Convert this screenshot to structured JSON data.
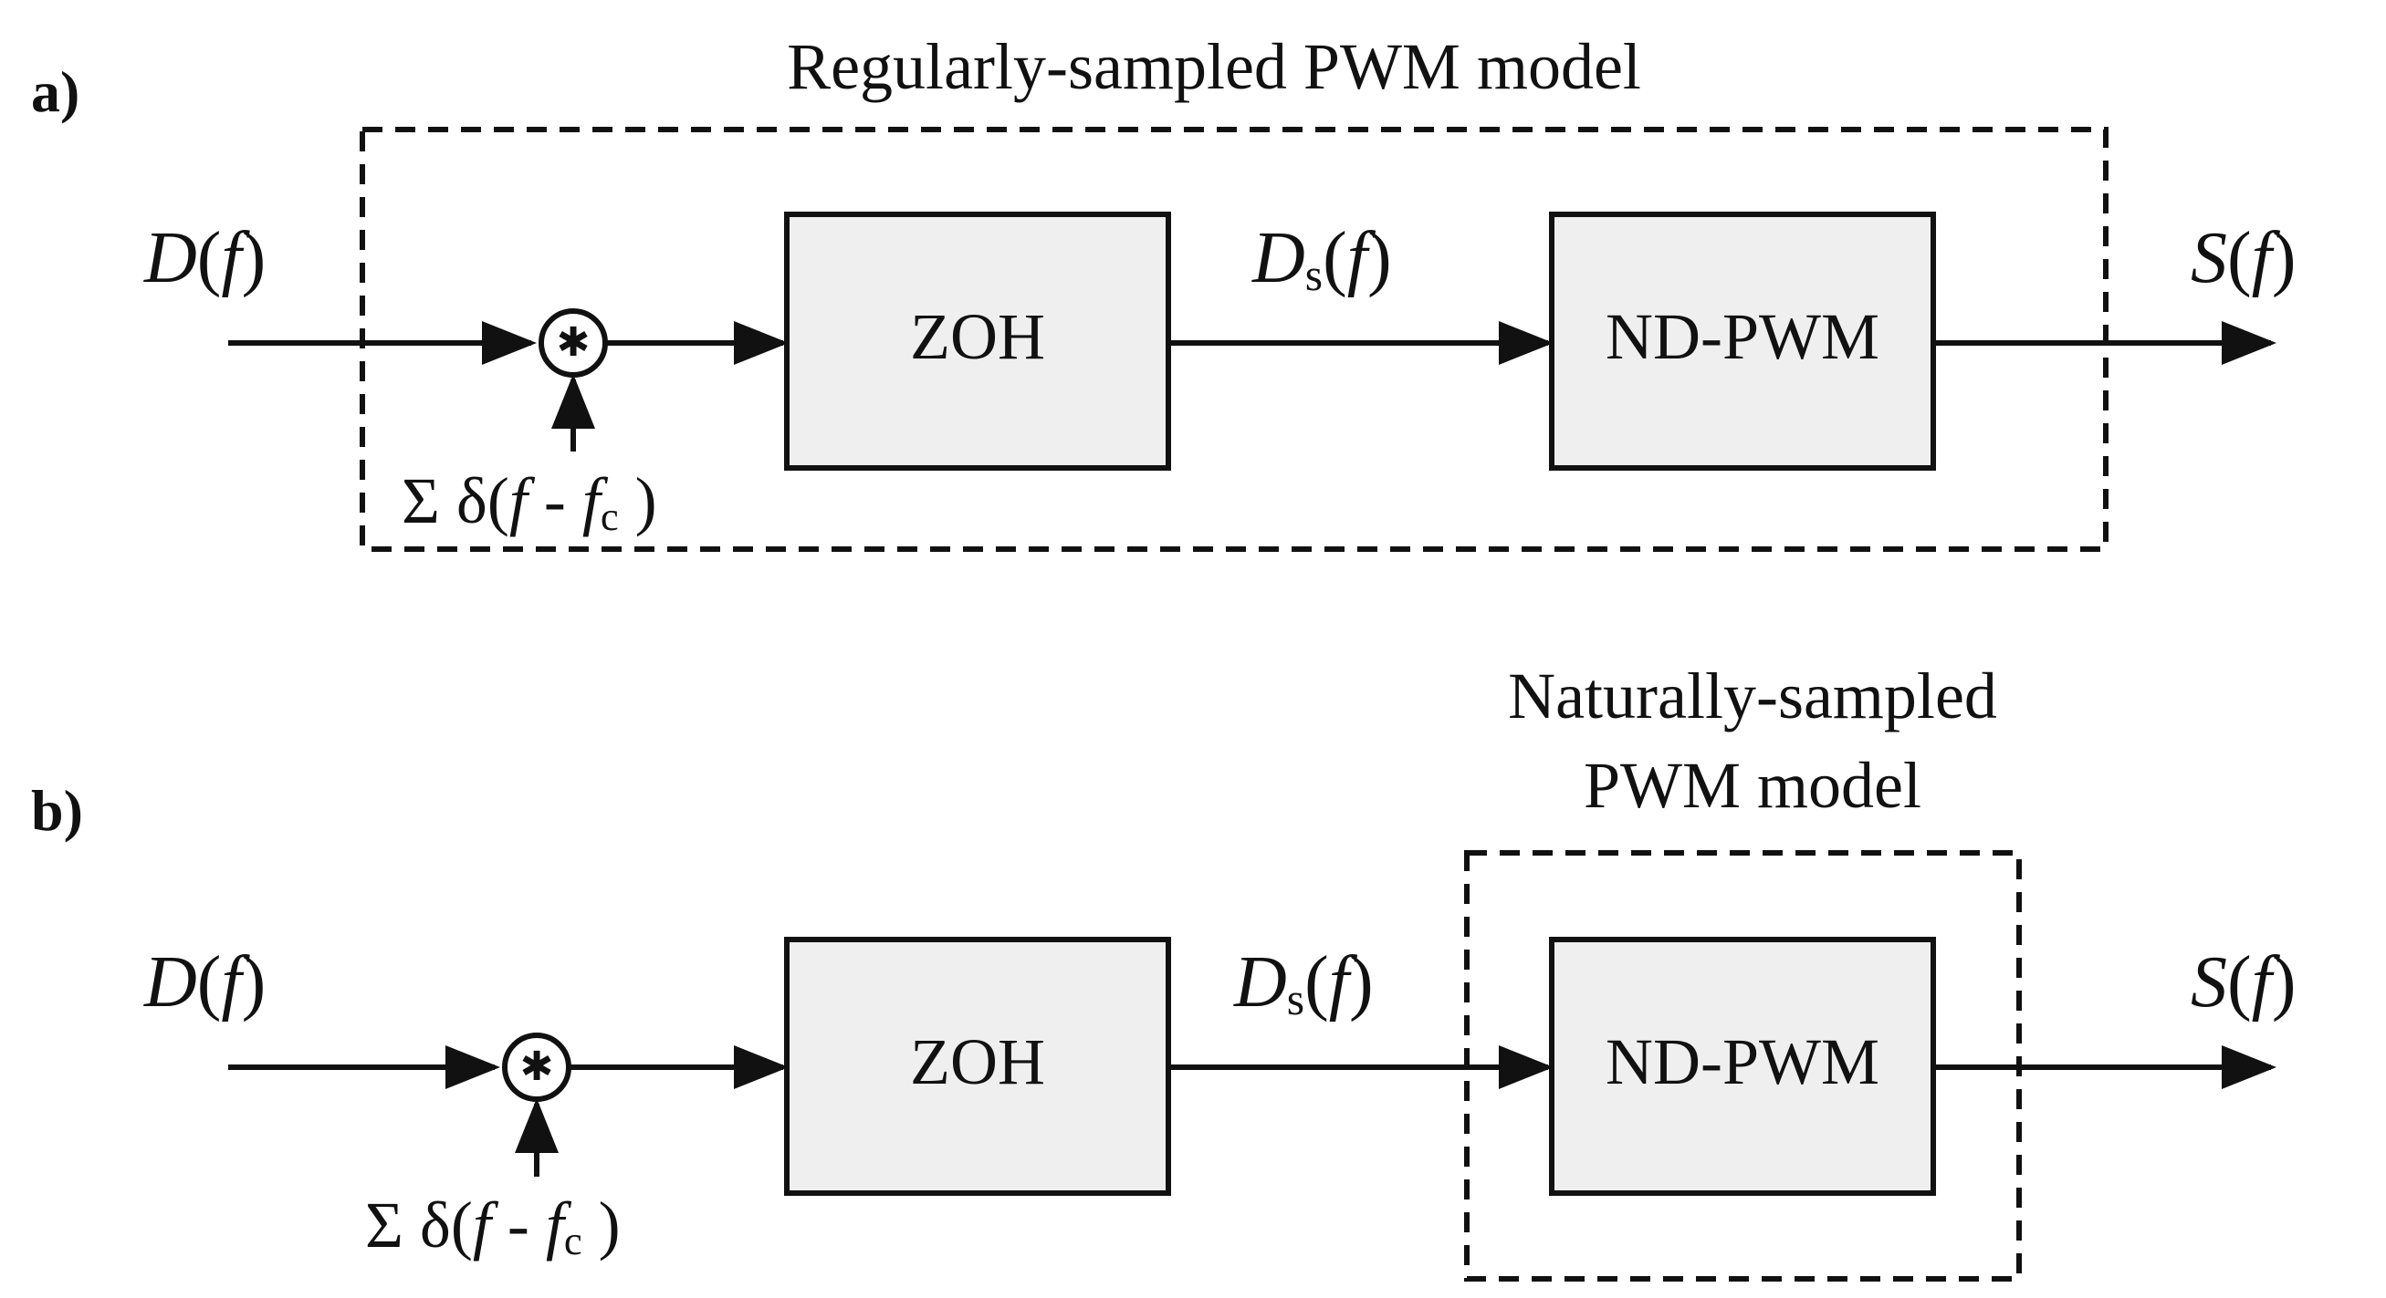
{
  "colors": {
    "block_fill": "#efefef",
    "stroke": "#111111",
    "background": "#ffffff"
  },
  "panels": [
    {
      "letter": "a)",
      "model_title": "Regularly-sampled PWM model",
      "blocks": {
        "zoh": "ZOH",
        "ndpwm": "ND-PWM"
      },
      "input": {
        "sym": "D",
        "open": "(",
        "var": "f",
        "close": ")"
      },
      "mid": {
        "sym": "D",
        "sub": "s",
        "open": "(",
        "var": "f",
        "close": ")"
      },
      "output": {
        "sym": "S",
        "open": "(",
        "var": "f",
        "close": ")"
      },
      "impulse": {
        "sigma": "Σ δ(",
        "var": "f",
        "minus": " - ",
        "fc": "f",
        "fc_sub": "c",
        "close": " )"
      },
      "convolution_symbol": "✱"
    },
    {
      "letter": "b)",
      "model_title_line1": "Naturally-sampled",
      "model_title_line2": "PWM model",
      "blocks": {
        "zoh": "ZOH",
        "ndpwm": "ND-PWM"
      },
      "input": {
        "sym": "D",
        "open": "(",
        "var": "f",
        "close": ")"
      },
      "mid": {
        "sym": "D",
        "sub": "s",
        "open": "(",
        "var": "f",
        "close": ")"
      },
      "output": {
        "sym": "S",
        "open": "(",
        "var": "f",
        "close": ")"
      },
      "impulse": {
        "sigma": "Σ δ(",
        "var": "f",
        "minus": " - ",
        "fc": "f",
        "fc_sub": "c",
        "close": " )"
      },
      "convolution_symbol": "✱"
    }
  ]
}
